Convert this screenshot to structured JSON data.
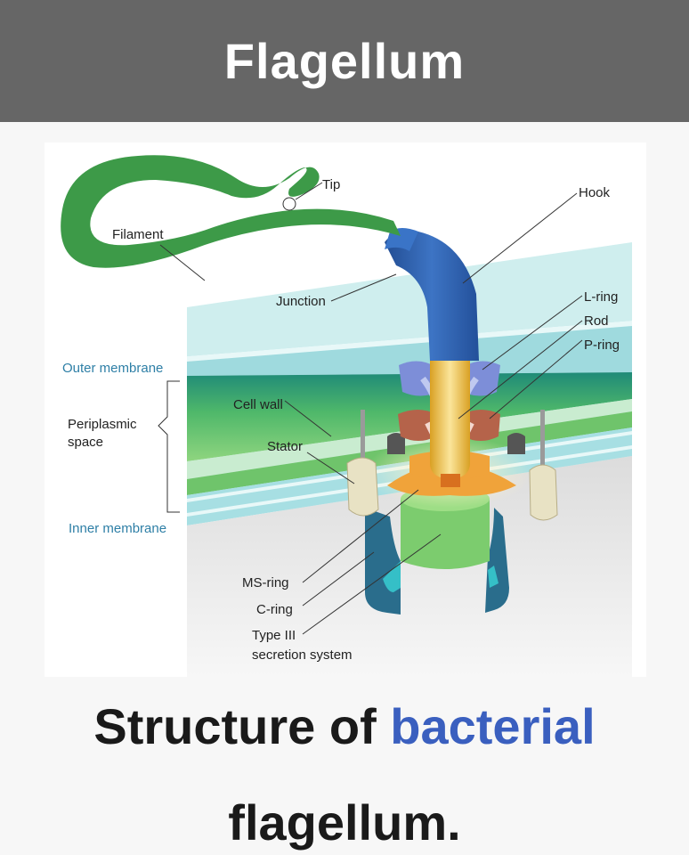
{
  "header": {
    "title": "Flagellum"
  },
  "diagram": {
    "labels": {
      "tip": "Tip",
      "filament": "Filament",
      "hook": "Hook",
      "junction": "Junction",
      "l_ring": "L-ring",
      "rod": "Rod",
      "p_ring": "P-ring",
      "outer_membrane": "Outer membrane",
      "periplasmic_1": "Periplasmic",
      "periplasmic_2": "space",
      "cell_wall": "Cell wall",
      "stator": "Stator",
      "inner_membrane": "Inner membrane",
      "ms_ring": "MS-ring",
      "c_ring": "C-ring",
      "type3_1": "Type III",
      "type3_2": "secretion system"
    },
    "colors": {
      "filament": "#3d9a48",
      "hook": "#2f63b0",
      "outer_membrane": "#a8dfe0",
      "cell_wall": "#5fbf6a",
      "inner_membrane": "#cfeeee",
      "c_ring": "#2a6d8c",
      "ms_ring": "#7ccc6e",
      "rod": "#f2c23a",
      "l_ring": "#7d8ed8",
      "p_ring": "#b5634a",
      "stator": "#e8e2c4",
      "blue_label": "#2e7fa6"
    }
  },
  "caption": {
    "before": "Structure of ",
    "link": "bacterial",
    "after": "flagellum."
  }
}
